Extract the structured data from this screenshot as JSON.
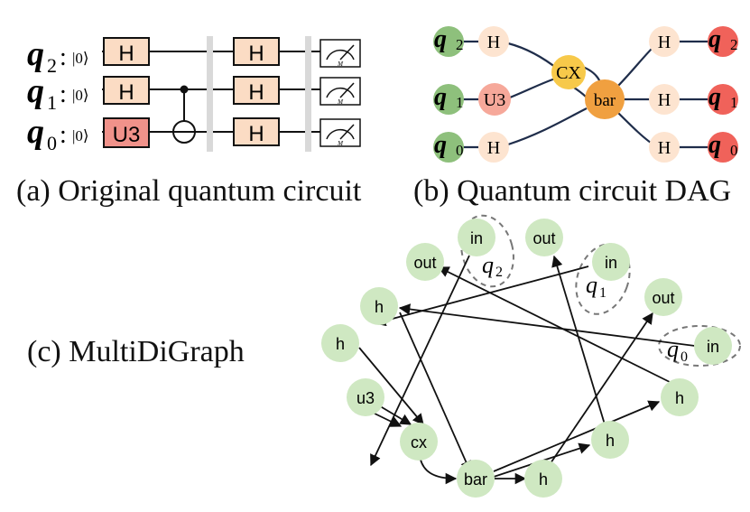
{
  "panel_a": {
    "caption": "(a) Original quantum circuit",
    "qubits": [
      {
        "label": "q",
        "sub": "2",
        "ket": "|0⟩"
      },
      {
        "label": "q",
        "sub": "1",
        "ket": "|0⟩"
      },
      {
        "label": "q",
        "sub": "0",
        "ket": "|0⟩"
      }
    ],
    "colon": ":",
    "gates": {
      "h": "H",
      "u3": "U3"
    },
    "meter_label": "M",
    "colors": {
      "h_fill": "#fbdcc4",
      "u3_fill": "#f0928a",
      "barrier": "#d9d9d9"
    }
  },
  "panel_b": {
    "caption": "(b) Quantum circuit DAG",
    "in_nodes": [
      {
        "label": "q",
        "sub": "2"
      },
      {
        "label": "q",
        "sub": "1"
      },
      {
        "label": "q",
        "sub": "0"
      }
    ],
    "out_nodes": [
      {
        "label": "q",
        "sub": "2"
      },
      {
        "label": "q",
        "sub": "1"
      },
      {
        "label": "q",
        "sub": "0"
      }
    ],
    "ops": {
      "h": "H",
      "u3": "U3",
      "cx": "CX",
      "bar": "bar"
    },
    "colors": {
      "in": "#8ec07c",
      "out": "#f0625a",
      "h": "#fde4d0",
      "u3": "#f6a89a",
      "cx": "#f7c94a",
      "bar": "#f0a040"
    }
  },
  "panel_c": {
    "caption": "(c) MultiDiGraph",
    "nodes": {
      "in_q2": "in",
      "in_q1": "in",
      "in_q0": "in",
      "out_1": "out",
      "out_2": "out",
      "out_3": "out",
      "h_l1": "h",
      "h_l2": "h",
      "u3": "u3",
      "cx": "cx",
      "bar": "bar",
      "h_b1": "h",
      "h_b2": "h",
      "h_r": "h"
    },
    "qubit_tags": [
      {
        "label": "q",
        "sub": "2"
      },
      {
        "label": "q",
        "sub": "1"
      },
      {
        "label": "q",
        "sub": "0"
      }
    ],
    "colors": {
      "node": "#cfe8c2"
    }
  }
}
